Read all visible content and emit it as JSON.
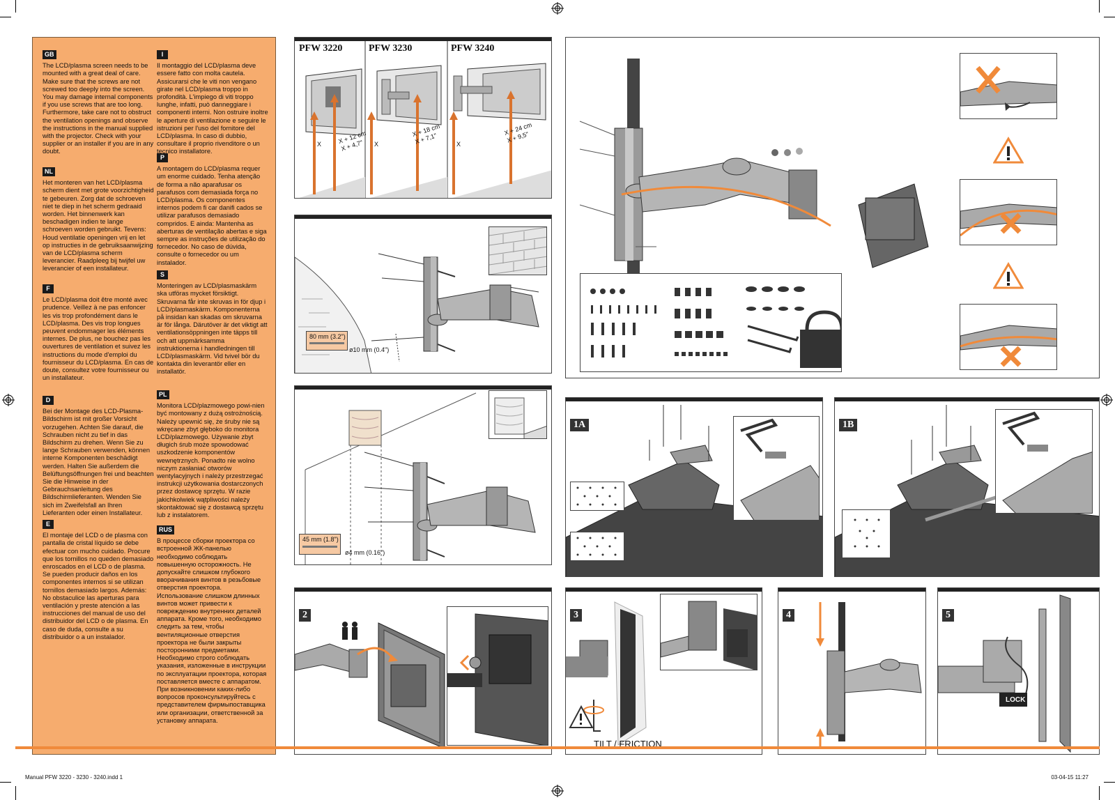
{
  "text_blocks": [
    {
      "lang": "GB",
      "text": "The LCD/plasma screen needs to be mounted with a great deal of care. Make sure that the screws are not screwed too deeply into the screen. You may damage internal components if you use screws that are too long. Furthermore, take care not to obstruct the ventilation openings and observe the instructions in the manual supplied with the projector. Check with your supplier or an installer if you are in any doubt."
    },
    {
      "lang": "NL",
      "text": "Het monteren van het LCD/plasma scherm dient met grote voorzichtigheid te gebeuren. Zorg dat de schroeven niet te diep in het scherm gedraaid worden. Het binnenwerk kan beschadigen indien te lange schroeven worden gebruikt. Tevens: Houd ventilatie openingen vrij en let op instructies in de gebruiksaanwijzing van de LCD/plasma scherm leverancier. Raadpleeg bij twijfel uw leverancier of een installateur."
    },
    {
      "lang": "F",
      "text": "Le LCD/plasma doit être monté avec prudence. Veillez à ne pas enfoncer les vis trop profondément dans le LCD/plasma. Des vis trop longues peuvent endommager les éléments internes. De plus, ne bouchez pas les ouvertures de ventilation et suivez les instructions du mode d'emploi du fournisseur du LCD/plasma. En cas de doute, consultez votre fournisseur ou un installateur."
    },
    {
      "lang": "D",
      "text": "Bei der Montage des LCD-Plasma-Bildschirm ist mit großer Vorsicht vorzugehen. Achten Sie darauf, die Schrauben nicht zu tief in das Bildschirm zu drehen. Wenn Sie zu lange Schrauben verwenden, können interne Komponenten beschädigt werden. Halten Sie außerdem die Belüftungsöffnungen frei und beachten Sie die Hinweise in der Gebrauchsanleitung des Bildschirmlieferanten. Wenden Sie sich im Zweifelsfall an Ihren Lieferanten oder einen Installateur."
    },
    {
      "lang": "E",
      "text": "El montaje del LCD o de plasma con pantalla de cristal líquido se debe efectuar con mucho cuidado. Procure que los tornillos no queden demasiado enroscados en el LCD o de plasma. Se pueden producir daños en los componentes internos si se utilizan tornillos demasiado largos. Además: No obstaculice las aperturas para ventilación y preste atención a las instrucciones del manual de uso del distribuidor del LCD o de plasma. En caso de duda, consulte a su distribuidor o a un instalador."
    },
    {
      "lang": "I",
      "text": "Il montaggio del LCD/plasma deve essere fatto con molta cautela. Assicurarsi che le viti non vengano girate nel LCD/plasma troppo in profondità. L'impiego di viti troppo lunghe, infatti, può danneggiare i componenti interni. Non ostruire inoltre le aperture di ventilazione e seguire le istruzioni per l'uso del fornitore del LCD/plasma. In caso di dubbio, consultare il proprio rivenditore o un tecnico installatore."
    },
    {
      "lang": "P",
      "text": "A montagem do LCD/plasma requer um enorme cuidado. Tenha atenção de forma a não aparafusar os parafusos com demasiada força no LCD/plasma. Os componentes internos podem fi car danifi cados se utilizar parafusos demasiado compridos. E ainda: Mantenha as aberturas de ventilação abertas e siga sempre as instruções de utilização do fornecedor. No caso de dúvida, consulte o fornecedor ou um instalador."
    },
    {
      "lang": "S",
      "text": "Monteringen av LCD/plasmaskärm ska utföras mycket försiktigt. Skruvarna får inte skruvas in för djup i LCD/plasmaskärm. Komponenterna på insidan kan skadas om skruvarna är för långa. Därutöver är det viktigt att ventilationsöppningen inte täpps till och att uppmärksamma instruktionerna i handledningen till LCD/plasmaskärm. Vid tvivel bör du kontakta din leverantör eller en installatör."
    },
    {
      "lang": "PL",
      "text": "Monitora LCD/plazmowego powi-nien być montowany z dużą ostrożnością. Należy upewnić się, że śruby nie są wkręcane zbyt głęboko do monitora LCD/plazmowego. Używanie zbyt długich śrub może spowodować uszkodzenie komponentów wewnętrznych. Ponadto nie wolno niczym zasłaniać otworów wentylacyjnych i należy przestrzegać instrukcji użytkowania dostarczonych przez dostawcę sprzętu. W razie jakichkolwiek wątpliwości należy skontaktować się z dostawcą sprzętu lub z instalatorem."
    },
    {
      "lang": "RUS",
      "text": "В процессе сборки проектора со встроенной ЖК-панелью необходимо соблюдать повышенную осторожность. Не допускайте слишком глубокого вворачивания винтов в резьбовые отверстия проектора. Использование слишком длинных винтов может привести к повреждению внутренних деталей аппарата. Кроме того, необходимо следить за тем, чтобы вентиляционные отверстия проектора не были закрыты посторонними предметами. Необходимо строго соблюдать указания, изложенные в инструкции по эксплуатации проектора, которая поставляется вместе с аппаратом. При возникновении каких-либо вопросов проконсультируйтесь с представителем фирмыпоставщика или организации, ответственной за установку аппарата."
    }
  ],
  "models": [
    {
      "name": "PFW 3220",
      "x_label": "X",
      "offset1": "X + 12 cm",
      "offset2": "X + 4,7\""
    },
    {
      "name": "PFW 3230",
      "x_label": "X",
      "offset1": "X + 18 cm",
      "offset2": "X + 7,1\""
    },
    {
      "name": "PFW 3240",
      "x_label": "X",
      "offset1": "X + 24 cm",
      "offset2": "X + 9,5\""
    }
  ],
  "brick": {
    "depth": "80 mm (3.2\")",
    "drill": "ø10 mm (0.4\")"
  },
  "wood": {
    "depth": "45 mm (1.8\")",
    "drill": "ø4 mm (0.16\")"
  },
  "steps": {
    "s1a": "1A",
    "s1b": "1B",
    "s2": "2",
    "s3": "3",
    "s4": "4",
    "s5": "5"
  },
  "tilt_label": "TILT / FRICTION",
  "lock_label": "LOCK",
  "footer": {
    "left": "Manual PFW 3220 - 3230 - 3240.indd   1",
    "right": "03-04-15   11:27"
  },
  "colors": {
    "accent": "#f08a3a",
    "panel_bg": "#f6ac6e"
  }
}
